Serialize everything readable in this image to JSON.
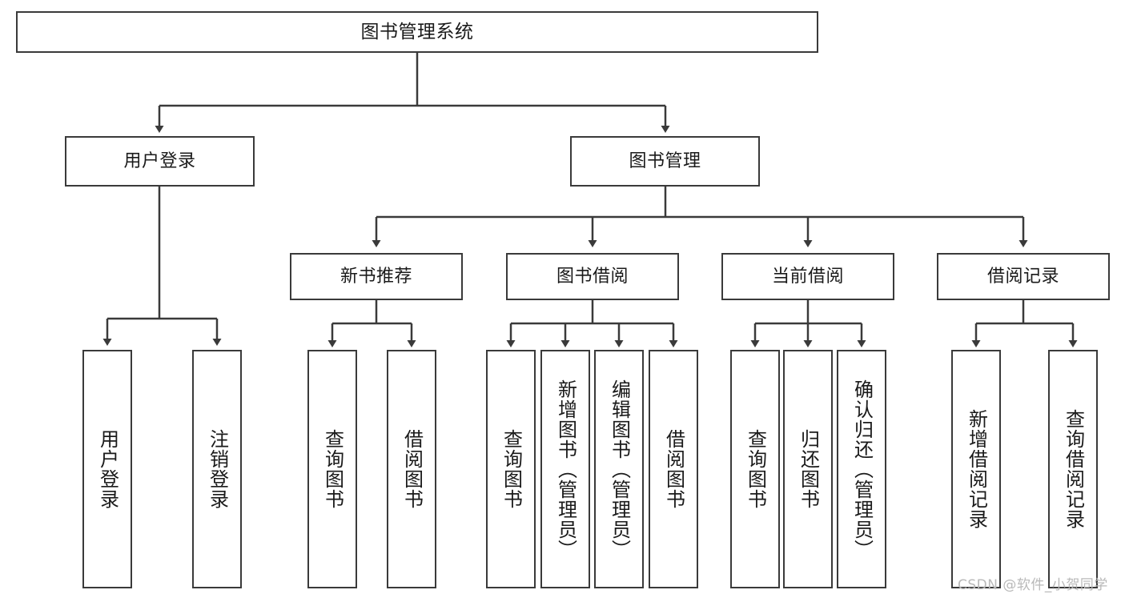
{
  "diagram": {
    "title": "图书管理系统",
    "type": "tree-hierarchy",
    "watermark": "CSDN @软件_小贺同学",
    "colors": {
      "box_border": "#3a3a3a",
      "box_fill": "#ffffff",
      "edge": "#3a3a3a",
      "text": "#1a1a1a",
      "watermark": "#b9b9b9"
    },
    "nodes": {
      "root": {
        "label": "图书管理系统"
      },
      "level1": [
        {
          "id": "user-login",
          "label": "用户登录"
        },
        {
          "id": "book-management",
          "label": "图书管理"
        }
      ],
      "level2": [
        {
          "id": "new-book-recommend",
          "label": "新书推荐"
        },
        {
          "id": "book-borrow",
          "label": "图书借阅"
        },
        {
          "id": "current-borrow",
          "label": "当前借阅"
        },
        {
          "id": "borrow-record",
          "label": "借阅记录"
        }
      ],
      "leaves": {
        "user_login": [
          {
            "id": "leaf-user-login",
            "label": "用户登录"
          },
          {
            "id": "leaf-logout",
            "label": "注销登录"
          }
        ],
        "new_book_recommend": [
          {
            "id": "leaf-query-book-1",
            "label": "查询图书"
          },
          {
            "id": "leaf-borrow-book-1",
            "label": "借阅图书"
          }
        ],
        "book_borrow": [
          {
            "id": "leaf-query-book-2",
            "label": "查询图书"
          },
          {
            "id": "leaf-add-book",
            "label": "新增图书（管理员）"
          },
          {
            "id": "leaf-edit-book",
            "label": "编辑图书（管理员）"
          },
          {
            "id": "leaf-borrow-book-2",
            "label": "借阅图书"
          }
        ],
        "current_borrow": [
          {
            "id": "leaf-query-book-3",
            "label": "查询图书"
          },
          {
            "id": "leaf-return-book",
            "label": "归还图书"
          },
          {
            "id": "leaf-confirm-return",
            "label": "确认归还（管理员）"
          }
        ],
        "borrow_record": [
          {
            "id": "leaf-add-record",
            "label": "新增借阅记录"
          },
          {
            "id": "leaf-query-record",
            "label": "查询借阅记录"
          }
        ]
      }
    }
  }
}
